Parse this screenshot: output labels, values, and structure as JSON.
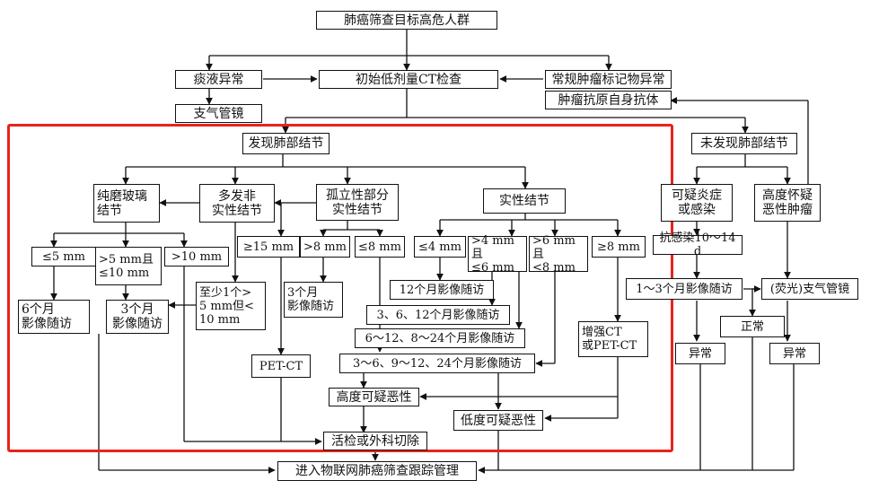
{
  "highlight_color": "#e8231c",
  "nodes": {
    "target_population": "肺癌筛查目标高危人群",
    "sputum_abnormal": "痰液异常",
    "initial_ldct": "初始低剂量CT检查",
    "tumor_marker_abnormal": "常规肿瘤标记物异常",
    "bronchoscopy_top": "支气管镜",
    "tumor_autoantibody": "肿瘤抗原自身抗体",
    "nodule_found": "发现肺部结节",
    "no_nodule_found": "未发现肺部结节",
    "pure_ggn": "纯磨玻璃\n结节",
    "multiple_nonsolid": "多发非\n实性结节",
    "solitary_partsolid": "孤立性部分\n实性结节",
    "solid_nodule": "实性结节",
    "suspect_inflammation": "可疑炎症\n或感染",
    "high_suspicion_tumor": "高度怀疑\n恶性肿瘤",
    "ggn_le5": "≤5 mm",
    "ggn_5_10": ">5 mm且\n≤10 mm",
    "ggn_gt10": ">10 mm",
    "ps_ge15": "≥15 mm",
    "ps_gt8": ">8 mm",
    "ps_le8": "≤8 mm",
    "solid_le4": "≤4 mm",
    "solid_4_6": ">4 mm且\n≤6 mm",
    "solid_6_8": ">6 mm且\n<8 mm",
    "solid_ge8": "≥8 mm",
    "antibiotic": "抗感染10～14 d",
    "fu_6m": "6个月\n影像随访",
    "fu_3m_ggn": "3个月\n影像随访",
    "multi_criteria": "至少1个>\n5 mm但<\n10 mm",
    "fu_3m_ps": "3个月\n影像随访",
    "fu_12m": "12个月影像随访",
    "fu_3_6_12": "3、6、12个月影像随访",
    "fu_6_12_8_24": "6～12、8～24个月影像随访",
    "fu_3_6_9_12_24": "3～6、9～12、24个月影像随访",
    "enhanced_ct": "增强CT\n或PET-CT",
    "fu_1_3m": "1～3个月影像随访",
    "fluoro_bronch": "(荧光)支气管镜",
    "normal": "正常",
    "abnormal_left": "异常",
    "abnormal_right": "异常",
    "pet_ct": "PET-CT",
    "high_malignancy": "高度可疑恶性",
    "low_malignancy": "低度可疑恶性",
    "biopsy_surgery": "活检或外科切除",
    "iot_management": "进入物联网肺癌筛查跟踪管理"
  }
}
